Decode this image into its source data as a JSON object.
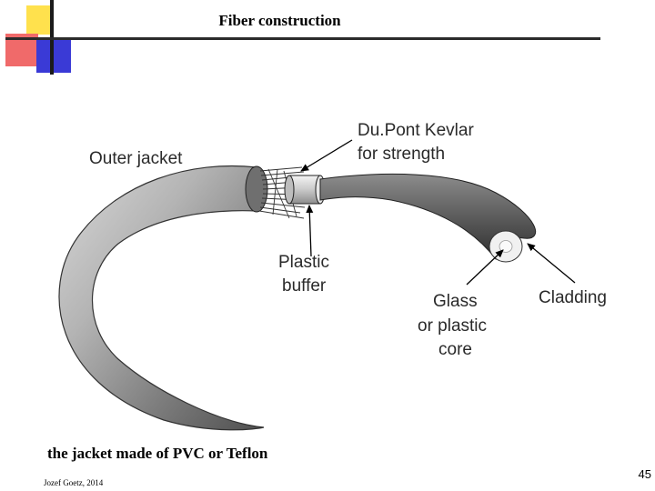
{
  "slide": {
    "title": "Fiber construction",
    "caption": "the jacket made of PVC or Teflon",
    "author": "Jozef Goetz, 2014",
    "page_number": "45"
  },
  "diagram": {
    "labels": {
      "kevlar_line1": "Du.Pont Kevlar",
      "kevlar_line2": "for strength",
      "outer_jacket": "Outer jacket",
      "buffer_line1": "Plastic",
      "buffer_line2": "buffer",
      "core_line1": "Glass",
      "core_line2": "or plastic",
      "core_line3": "core",
      "cladding": "Cladding"
    }
  },
  "colors": {
    "logo_yellow": "#ffe14d",
    "logo_red": "#f06a6a",
    "logo_blue": "#3a3ad6",
    "jacket_gray": "#8a8a8a"
  }
}
